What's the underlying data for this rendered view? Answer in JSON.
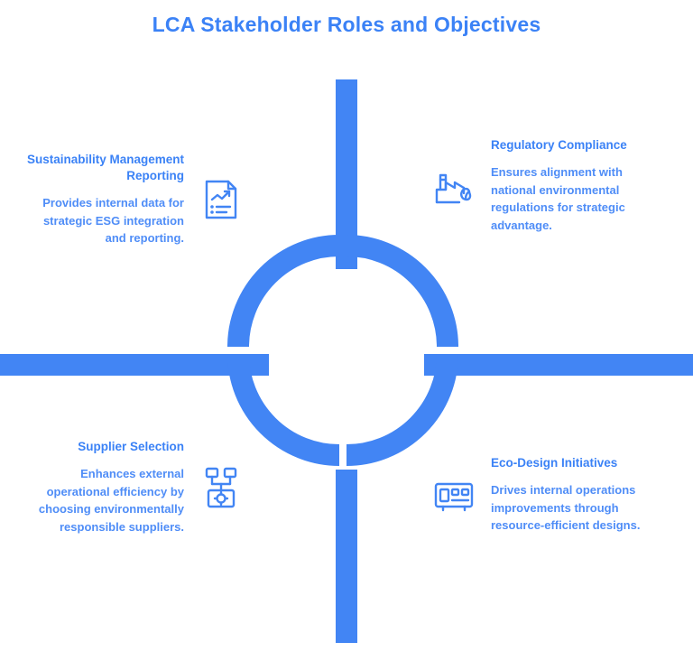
{
  "title": "LCA Stakeholder Roles and Objectives",
  "colors": {
    "accent": "#3b82f6",
    "body_text": "#4f8df7",
    "hub_ring": "#4285f4",
    "background": "#ffffff"
  },
  "hub": {
    "shape": "ring-with-four-arms",
    "arms": [
      "top",
      "right",
      "bottom",
      "left"
    ]
  },
  "quadrants": [
    {
      "id": "sustainability-management-reporting",
      "position": "top-left",
      "icon": "report-chart-icon",
      "heading": "Sustainability Management Reporting",
      "body": "Provides internal data for strategic ESG integration and reporting."
    },
    {
      "id": "regulatory-compliance",
      "position": "top-right",
      "icon": "factory-leaf-icon",
      "heading": "Regulatory Compliance",
      "body": "Ensures alignment with national environmental regulations for strategic advantage."
    },
    {
      "id": "supplier-selection",
      "position": "bottom-left",
      "icon": "supplier-network-icon",
      "heading": "Supplier Selection",
      "body": "Enhances external operational efficiency by choosing environmentally responsible suppliers."
    },
    {
      "id": "eco-design-initiatives",
      "position": "bottom-right",
      "icon": "eco-design-icon",
      "heading": "Eco-Design Initiatives",
      "body": "Drives internal operations improvements through resource-efficient designs."
    }
  ]
}
